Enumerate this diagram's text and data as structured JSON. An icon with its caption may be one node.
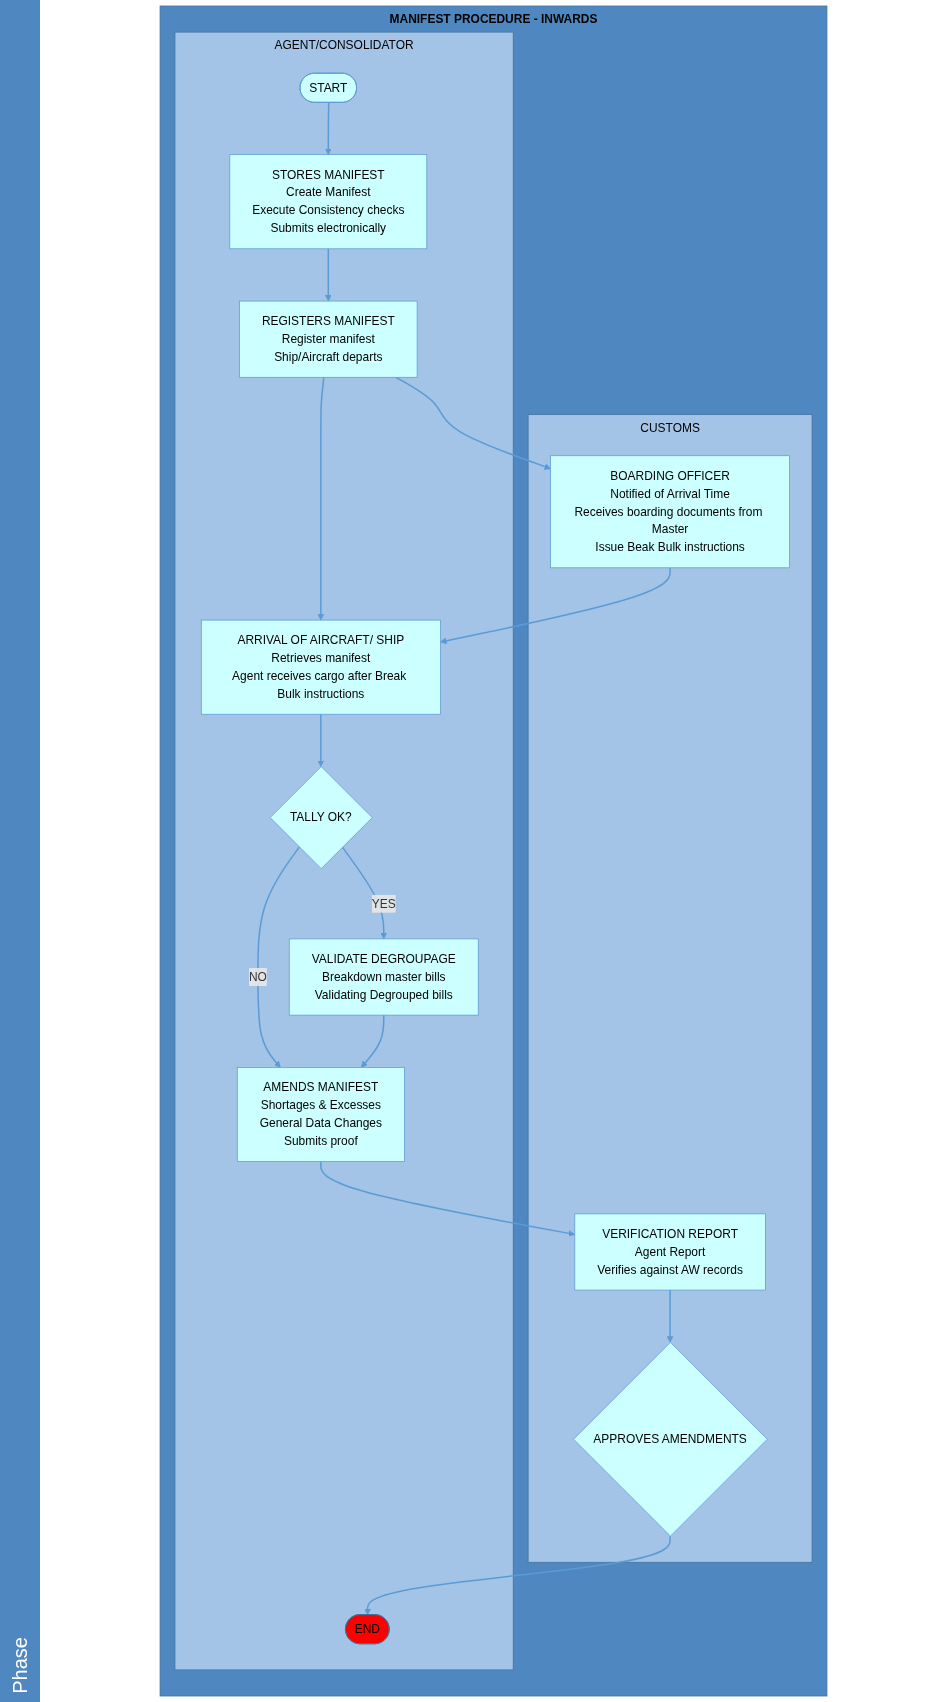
{
  "diagram": {
    "nodes": [
      {
        "text": [
          "MANIFEST PROCEDURE - INWARDS"
        ]
      },
      {
        "text": [
          "AGENT/CONSOLIDATOR"
        ],
        "in": 0
      },
      {
        "text": [
          "CUSTOMS"
        ],
        "in": 0
      },
      {
        "text": [
          "START"
        ],
        "in": 1
      },
      {
        "text": [
          "STORES MANIFEST",
          "Create Manifest",
          "Execute Consistency checks",
          "Submits electronically"
        ],
        "in": 1
      },
      {
        "text": [
          "REGISTERS MANIFEST",
          "Register manifest",
          "Ship/Aircraft departs"
        ],
        "in": 1
      },
      {
        "text": [
          "ARRIVAL OF AIRCRAFT/ SHIP",
          "Retrieves manifest",
          "Agent receives cargo after Break Bulk instructions"
        ],
        "in": 1
      },
      {
        "text": [
          "BOARDING OFFICER",
          "Notified of Arrival Time",
          "Receives boarding documents from Master",
          "Issue Beak Bulk instructions"
        ],
        "in": 2
      },
      {
        "text": [
          "TALLY OK?"
        ],
        "in": 1
      },
      {
        "text": [
          "VALIDATE DEGROUPAGE",
          "Breakdown master bills",
          "Validating Degrouped bills"
        ],
        "in": 1
      },
      {
        "text": [
          "AMENDS MANIFEST",
          "Shortages & Excesses",
          "General Data Changes",
          "Submits proof"
        ],
        "in": 1
      },
      {
        "text": [
          "VERIFICATION REPORT",
          "Agent Report",
          "Verifies against AW records"
        ],
        "in": 2
      },
      {
        "text": [
          "APPROVES AMENDMENTS"
        ],
        "in": 2
      },
      {
        "text": [
          "END"
        ],
        "in": 1
      }
    ],
    "edges": [
      {
        "from": 3,
        "to": 4,
        "arrow": "to"
      },
      {
        "from": 4,
        "to": 5,
        "arrow": "to"
      },
      {
        "from": 5,
        "to": 6,
        "arrow": "to"
      },
      {
        "from": 5,
        "to": 7,
        "arrow": "to"
      },
      {
        "from": 7,
        "to": 6,
        "arrow": "to"
      },
      {
        "from": 6,
        "to": 8,
        "arrow": "to"
      },
      {
        "from": 8,
        "to": 9,
        "label": "YES",
        "arrow": "to"
      },
      {
        "from": 8,
        "to": 10,
        "label": "NO",
        "arrow": "to"
      },
      {
        "from": 9,
        "to": 10,
        "arrow": "to"
      },
      {
        "from": 10,
        "to": 11,
        "arrow": "to"
      },
      {
        "from": 11,
        "to": 12,
        "arrow": "to"
      },
      {
        "from": 12,
        "to": 13,
        "arrow": "to"
      }
    ],
    "labels": [
      "Phase"
    ]
  }
}
